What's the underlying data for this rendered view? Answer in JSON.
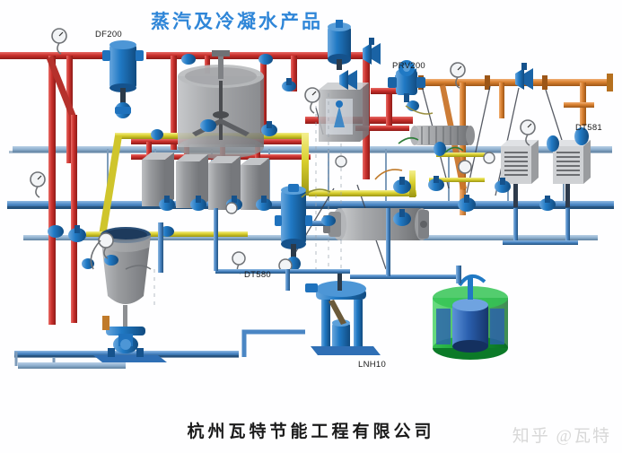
{
  "header": {
    "title_zh": "蒸汽及冷凝水产品",
    "title_color": "#2f86d8"
  },
  "footer": {
    "company_zh": "杭州瓦特节能工程有限公司",
    "watermark": "知乎 @瓦特"
  },
  "diagram": {
    "kind": "steam-and-condensate-system-isometric-render",
    "background": "#fefeff",
    "labels": [
      {
        "id": "df200",
        "text": "DF200",
        "note": "steam separator / dryer on high pressure header"
      },
      {
        "id": "prv200",
        "text": "PRV200",
        "note": "pressure reducing valve station"
      },
      {
        "id": "dt581",
        "text": "DT581",
        "note": "steam trap on right drop leg"
      },
      {
        "id": "dt580",
        "text": "DT580",
        "note": "steam trap near centre separator"
      },
      {
        "id": "lnh10",
        "text": "LNH10",
        "note": "mechanical condensate pump"
      }
    ],
    "legend_colors": {
      "high_pressure_steam": "#c9302c",
      "reduced_pressure_steam": "#d98030",
      "condensate_return": "#3a7fc1",
      "secondary_line": "#d9cf2e",
      "equipment_blue": "#1f72bd",
      "vessel_grey": "#9a9a9a",
      "tank_green": "#1faa3c"
    },
    "equipment": [
      {
        "name": "steam-separator-df200",
        "type": "separator",
        "color": "#1f72bd"
      },
      {
        "name": "pressure-vessel-top",
        "type": "vertical-vessel",
        "color": "#1f72bd"
      },
      {
        "name": "agitated-tank",
        "type": "stirred-vessel",
        "color": "#9a9a9a"
      },
      {
        "name": "plate-heat-exchanger-bank",
        "type": "heat-exchanger",
        "color": "#8f9194"
      },
      {
        "name": "shell-and-tube-exchanger",
        "type": "heat-exchanger",
        "color": "#a7a9ac"
      },
      {
        "name": "vertical-separator-dt580",
        "type": "separator",
        "color": "#2079c4"
      },
      {
        "name": "finned-unit-heater-left",
        "type": "unit-heater",
        "color": "#8f9194"
      },
      {
        "name": "finned-unit-heater-right",
        "type": "unit-heater",
        "color": "#8f9194"
      },
      {
        "name": "open-feed-tank",
        "type": "open-tank",
        "color": "#9a9a9a"
      },
      {
        "name": "feed-pump-skid",
        "type": "pump",
        "color": "#1f72bd"
      },
      {
        "name": "condensate-pump-lnh10",
        "type": "pump",
        "color": "#1f72bd"
      },
      {
        "name": "condensate-storage-tank",
        "type": "tank",
        "color": "#1faa3c"
      }
    ]
  }
}
